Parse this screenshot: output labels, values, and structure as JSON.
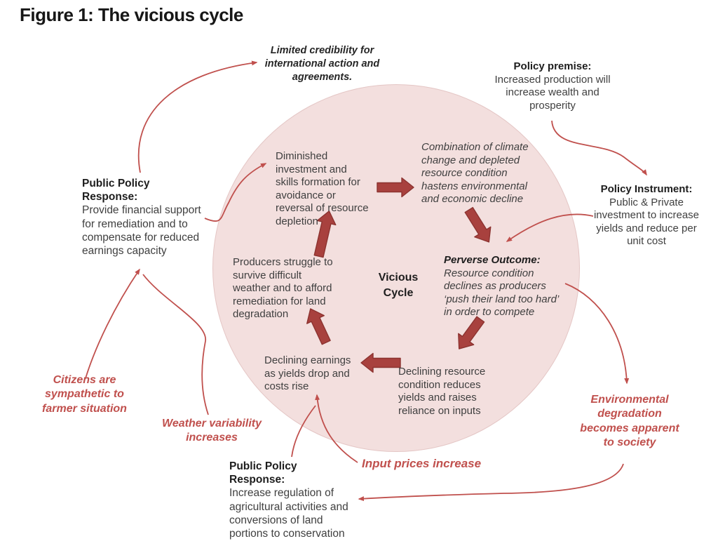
{
  "figure_title": "Figure 1: The vicious cycle",
  "center": {
    "label": "Vicious Cycle"
  },
  "cycle": {
    "diminished": {
      "text": "Diminished investment and skills formation for avoidance or reversal of resource depletion"
    },
    "combination": {
      "text": "Combination of climate change and depleted resource condition hastens environmental and economic decline"
    },
    "perverse": {
      "title": "Perverse Outcome:",
      "text": "Resource condition declines as producers ‘push their land too hard’ in order to compete"
    },
    "declining_resource": {
      "text": "Declining resource condition reduces yields and raises reliance on inputs"
    },
    "declining_earnings": {
      "text": "Declining earnings as yields drop and costs rise"
    },
    "producers": {
      "text": "Producers struggle to survive difficult weather and to afford remediation for land degradation"
    }
  },
  "outer": {
    "limited_credibility": {
      "text": "Limited credibility for international action and agreements."
    },
    "policy_premise": {
      "title": "Policy premise:",
      "text": "Increased production will increase wealth and prosperity"
    },
    "policy_instrument": {
      "title": "Policy Instrument:",
      "text": "Public & Private investment to increase yields and reduce per unit cost"
    },
    "ppr_left": {
      "title": "Public Policy Response:",
      "text": "Provide financial support for remediation and to compensate for reduced earnings capacity"
    },
    "ppr_bottom": {
      "title": "Public Policy Response:",
      "text": "Increase regulation of agricultural activities and conversions of land portions to conservation"
    },
    "citizens": {
      "text": "Citizens are sympathetic to farmer situation"
    },
    "weather": {
      "text": "Weather variability increases"
    },
    "input_prices": {
      "text": "Input prices increase"
    },
    "env_degradation": {
      "text": "Environmental degradation becomes apparent to society"
    }
  },
  "colors": {
    "circle_fill": "#F3DFDE",
    "block_arrow_fill": "#A8413E",
    "block_arrow_stroke": "#8C3330",
    "thin_arrow": "#C0504D",
    "red_text": "#C0504D",
    "dark_text": "#3F3F3F",
    "title_text": "#171717"
  }
}
